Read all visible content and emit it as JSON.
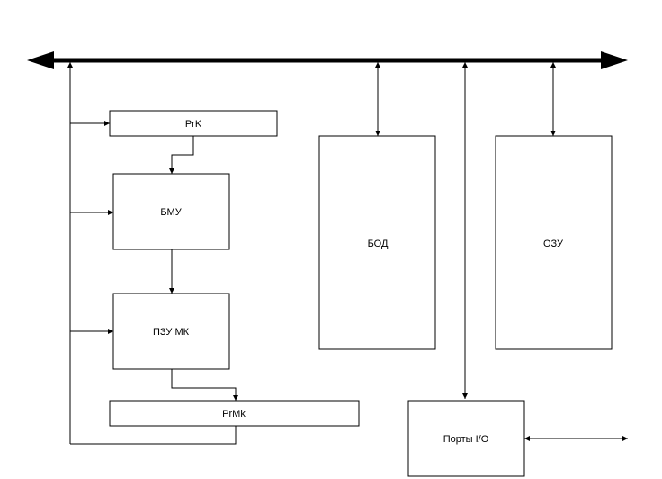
{
  "blocks": {
    "rgk": "PrK",
    "bmu": "БМУ",
    "pzu": "ПЗУ МК",
    "rgmk": "PrMk",
    "bod": "БОД",
    "ozu": "ОЗУ",
    "ports": "Порты I/O"
  },
  "colors": {
    "line": "#000000",
    "background": "#ffffff"
  }
}
